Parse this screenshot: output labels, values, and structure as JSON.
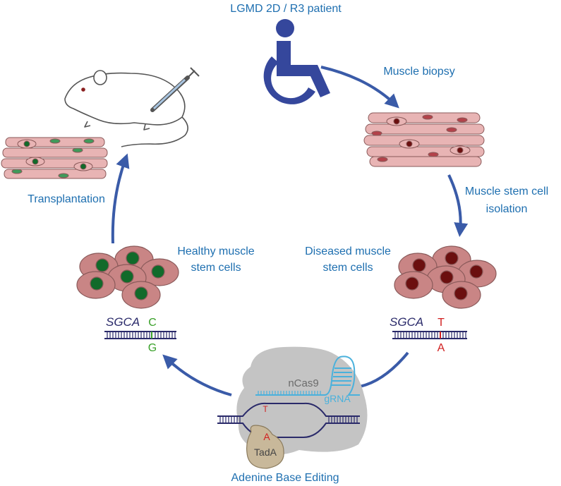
{
  "title": "LGMD 2D / R3 patient",
  "steps": {
    "biopsy": "Muscle biopsy",
    "isolation_line1": "Muscle stem cell",
    "isolation_line2": "isolation",
    "diseased_line1": "Diseased muscle",
    "diseased_line2": "stem cells",
    "healthy_line1": "Healthy muscle",
    "healthy_line2": "stem cells",
    "transplantation": "Transplantation",
    "base_editing": "Adenine Base Editing"
  },
  "genes": {
    "left_gene": "SGCA",
    "left_top": "C",
    "left_bottom": "G",
    "right_gene": "SGCA",
    "right_top": "T",
    "right_bottom": "A"
  },
  "editor": {
    "ncas9": "nCas9",
    "grna": "gRNA",
    "tada": "TadA",
    "target_t": "T",
    "target_a": "A"
  },
  "colors": {
    "arrow": "#3a5ba8",
    "label": "#1e6fb0",
    "fiber": "#e8b4b4",
    "diseased_nucleus": "#6b0f0f",
    "healthy_nucleus": "#116a2a",
    "mutant_base": "#d11f1f",
    "wildtype_base": "#3aa12a",
    "grna": "#4ab1dc",
    "icon": "#35479c"
  }
}
